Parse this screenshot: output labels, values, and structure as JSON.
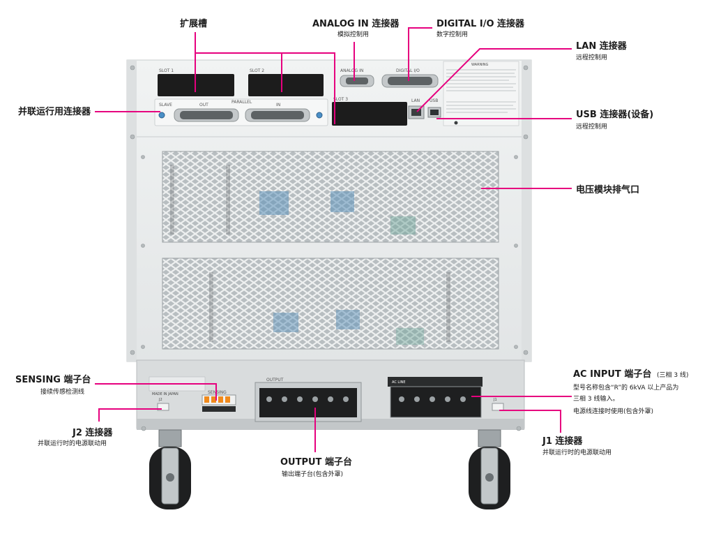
{
  "colors": {
    "accent": "#e6007e",
    "chassis": "#eceeef",
    "panel_dark": "#1c1c1c",
    "mesh_bg": "#9aa2a6"
  },
  "panel_labels": {
    "slot1": "SLOT 1",
    "slot2": "SLOT 2",
    "slot3": "SLOT 3",
    "analog_in": "ANALOG IN",
    "digital_io": "DIGITAL I/O",
    "lan": "LAN",
    "usb": "USB",
    "parallel": "PARALLEL",
    "out": "OUT",
    "in": "IN",
    "slave": "SLAVE",
    "warning": "WARNING",
    "sensing": "SENSING",
    "output": "OUTPUT",
    "ac_line": "AC LINE",
    "made_in_japan": "MADE IN JAPAN",
    "j1": "J1",
    "j2": "J2"
  },
  "callouts": {
    "expansion_slot": {
      "title": "扩展槽"
    },
    "analog_in": {
      "title": "ANALOG IN 连接器",
      "sub": "模拟控制用"
    },
    "digital_io": {
      "title": "DIGITAL I/O 连接器",
      "sub": "数字控制用"
    },
    "lan": {
      "title": "LAN 连接器",
      "sub": "远程控制用"
    },
    "usb": {
      "title": "USB 连接器(设备)",
      "sub": "远程控制用"
    },
    "parallel": {
      "title": "并联运行用连接器"
    },
    "vent": {
      "title": "电压模块排气口"
    },
    "sensing": {
      "title": "SENSING 端子台",
      "sub": "接续传感检测线"
    },
    "j2": {
      "title": "J2 连接器",
      "sub": "并联运行时的电源联动用"
    },
    "output": {
      "title": "OUTPUT 端子台",
      "sub": "输出端子台(包含外罩)"
    },
    "ac_input": {
      "title": "AC INPUT 端子台",
      "title_note": "(三相 3 线)",
      "line1": "型号名称包含“R”的 6kVA 以上产品为",
      "line2": "三相 3 线输入。",
      "line3": "电源线连接时使用(包含外罩)"
    },
    "j1": {
      "title": "J1 连接器",
      "sub": "并联运行时的电源联动用"
    }
  }
}
